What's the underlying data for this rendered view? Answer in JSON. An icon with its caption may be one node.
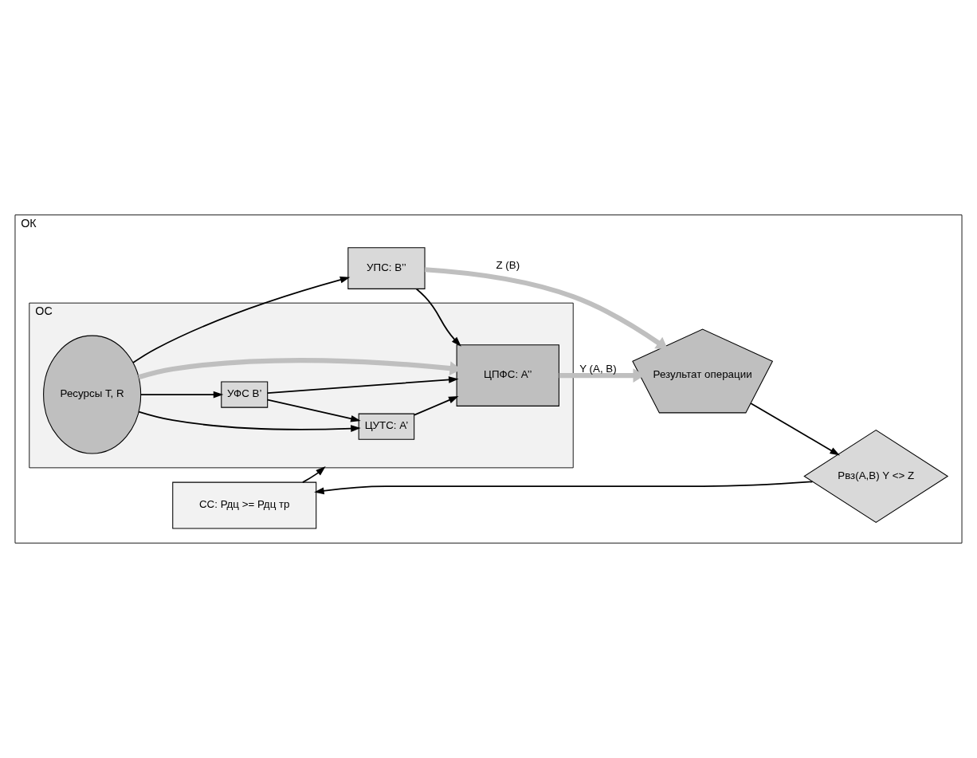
{
  "diagram": {
    "nodes": [
      {
        "text": [
          "ОК"
        ]
      },
      {
        "text": [
          "СС: Рдц >= Рдц тр"
        ],
        "in": 0
      },
      {
        "text": [
          "ОС"
        ],
        "in": 0
      },
      {
        "text": [
          "ЦУТС: A’"
        ],
        "in": 2
      },
      {
        "text": [
          "УФС B’"
        ],
        "in": 2
      },
      {
        "text": [
          "Ресурсы T, R"
        ],
        "in": 2
      },
      {
        "text": [
          "ЦПФС: A’’"
        ],
        "in": 2
      },
      {
        "text": [
          "Рвз(A,B) Y <> Z"
        ],
        "in": 0
      },
      {
        "text": [
          "Результат операции"
        ],
        "in": 0
      },
      {
        "text": [
          "УПС: B’’"
        ],
        "in": 0
      }
    ],
    "edges": [
      {
        "from": 1,
        "to": 2,
        "arrow": "to"
      },
      {
        "from": 5,
        "to": 3,
        "arrow": "to"
      },
      {
        "from": 5,
        "to": 4,
        "arrow": "to"
      },
      {
        "from": 4,
        "to": 3,
        "arrow": "to"
      },
      {
        "from": 4,
        "to": 6,
        "arrow": "to"
      },
      {
        "from": 3,
        "to": 6,
        "arrow": "to"
      },
      {
        "from": 5,
        "to": 6,
        "arrow": "to",
        "style": "thick",
        "color": "#bfbfbf"
      },
      {
        "from": 6,
        "to": 8,
        "arrow": "to",
        "style": "thick",
        "color": "#bfbfbf",
        "label": "Y (A, B)"
      },
      {
        "from": 9,
        "to": 8,
        "arrow": "to",
        "style": "thick",
        "color": "#bfbfbf",
        "label": "Z (B)"
      },
      {
        "from": 9,
        "to": 6,
        "arrow": "to"
      },
      {
        "from": 5,
        "to": 9,
        "arrow": "to"
      },
      {
        "from": 8,
        "to": 7,
        "arrow": "to"
      },
      {
        "from": 7,
        "to": 1,
        "arrow": "to"
      }
    ]
  }
}
